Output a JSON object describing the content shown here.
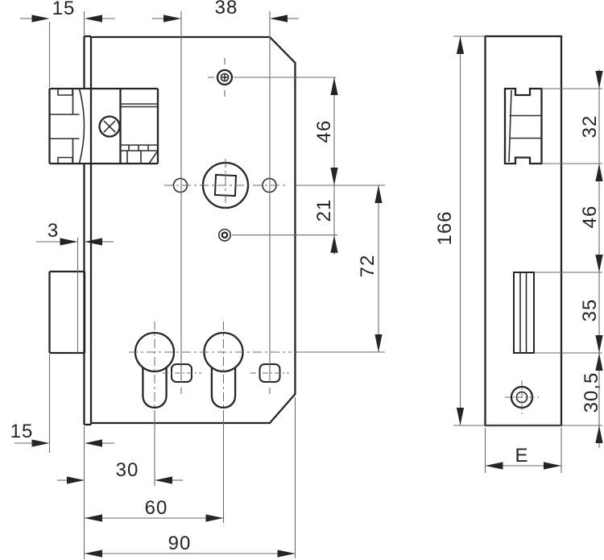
{
  "page": {
    "background": "#ffffff",
    "outline_color": "#252525",
    "dimension_line_color": "#6b6b6b",
    "description": "Technical dimension drawing of a mortise door lock: front view of lock case with latch bolt, deadbolt, spindle follower and euro-cylinder holes, plus side view of the faceplate."
  },
  "dims": {
    "latch_protrusion": "15",
    "handle_screw_spacing": "38",
    "screw_to_spindle": "46",
    "spindle_to_hole": "21",
    "spindle_to_cylinder": "72",
    "faceplate_standout": "3",
    "deadbolt_protrusion": "15",
    "cylinder_backset": "30",
    "second_cylinder_backset": "60",
    "case_depth": "90",
    "faceplate_length": "166",
    "latch_height": "32",
    "latch_to_deadbolt": "46",
    "deadbolt_height": "35",
    "deadbolt_to_end": "30,5",
    "faceplate_width": "E"
  }
}
